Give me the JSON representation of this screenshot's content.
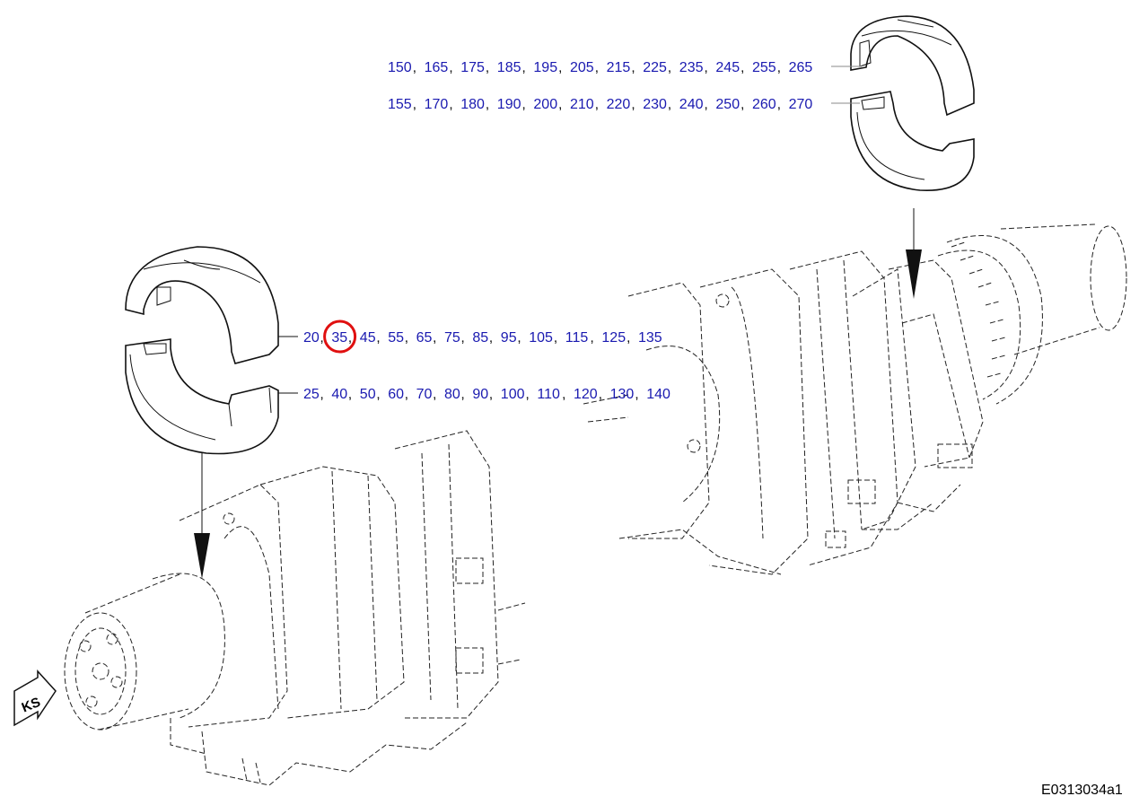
{
  "diagram": {
    "rows": [
      {
        "id": "upper-bearing-row1",
        "items": [
          "150",
          "165",
          "175",
          "185",
          "195",
          "205",
          "215",
          "225",
          "235",
          "245",
          "255",
          "265"
        ]
      },
      {
        "id": "upper-bearing-row2",
        "items": [
          "155",
          "170",
          "180",
          "190",
          "200",
          "210",
          "220",
          "230",
          "240",
          "250",
          "260",
          "270"
        ]
      },
      {
        "id": "main-bearing-row1",
        "items": [
          "20",
          "35",
          "45",
          "55",
          "65",
          "75",
          "85",
          "95",
          "105",
          "115",
          "125",
          "135"
        ]
      },
      {
        "id": "main-bearing-row2",
        "items": [
          "25",
          "40",
          "50",
          "60",
          "70",
          "80",
          "90",
          "100",
          "110",
          "120",
          "130",
          "140"
        ]
      }
    ],
    "highlighted_item": "35",
    "orientation_label": "KS",
    "document_id": "E0313034a1",
    "colors": {
      "callout": "#1a1ab0",
      "highlight": "#e01010",
      "line": "#111111"
    }
  }
}
